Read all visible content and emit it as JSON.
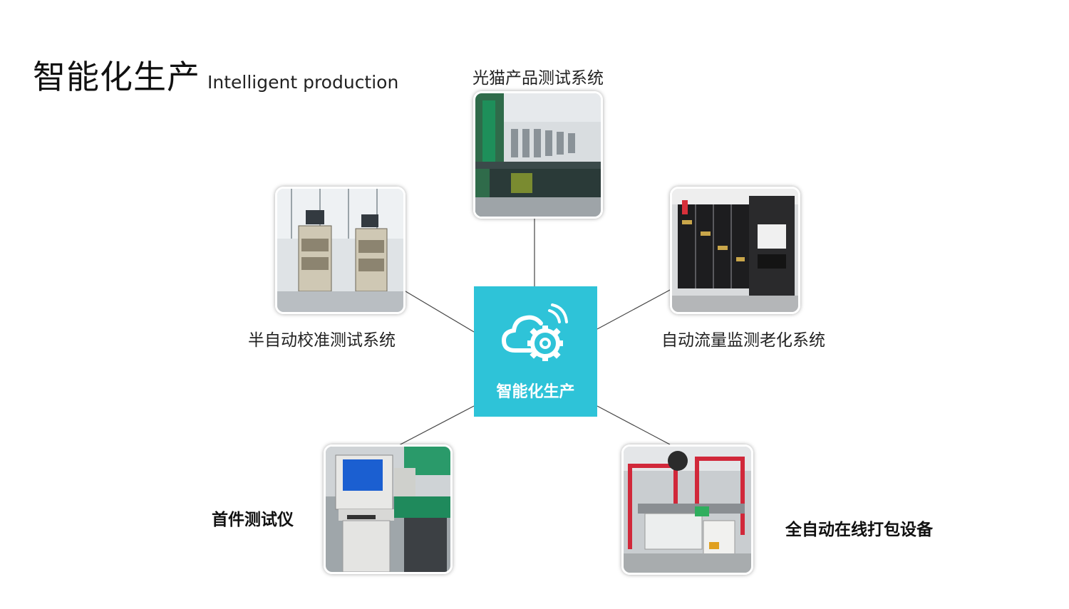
{
  "header": {
    "title_cn": "智能化生产",
    "title_en": "Intelligent production"
  },
  "hub": {
    "label": "智能化生产",
    "icon": "cloud-gear-icon",
    "color": "#2ec3d8"
  },
  "nodes": {
    "top": {
      "label": "光猫产品测试系统",
      "photo": "production-line-photo"
    },
    "left": {
      "label": "半自动校准测试系统",
      "photo": "test-cabinet-photo"
    },
    "right": {
      "label": "自动流量监测老化系统",
      "photo": "aging-cabinet-photo"
    },
    "bottom_left": {
      "label": "首件测试仪",
      "photo": "first-article-tester-photo"
    },
    "bottom_right": {
      "label": "全自动在线打包设备",
      "photo": "packing-machine-photo"
    }
  }
}
